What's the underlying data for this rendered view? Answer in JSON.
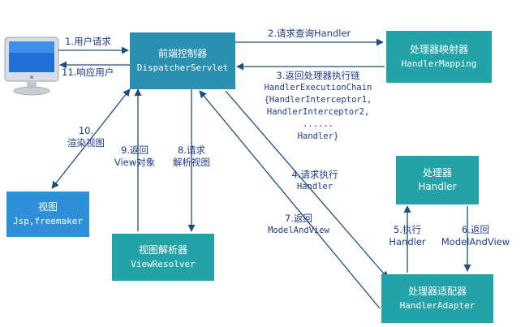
{
  "nodes": {
    "dispatcher": {
      "title": "前端控制器",
      "subtitle": "DispatcherServlet"
    },
    "handler_mapping": {
      "title": "处理器映射器",
      "subtitle": "HandlerMapping"
    },
    "handler": {
      "title": "处理器",
      "subtitle": "Handler"
    },
    "handler_adapter": {
      "title": "处理器适配器",
      "subtitle": "HandlerAdapter"
    },
    "view_resolver": {
      "title": "视图解析器",
      "subtitle": "ViewResolver"
    },
    "view": {
      "title": "视图",
      "subtitle": "Jsp,freemaker"
    }
  },
  "edges": {
    "e1": "1.用户请求",
    "e11": "11.响应用户",
    "e2": "2.请求查询Handler",
    "e3": {
      "line1": "3.返回处理器执行链",
      "line2": "HandlerExecutionChain",
      "line3": "{HandlerInterceptor1,",
      "line4": "HandlerInterceptor2,",
      "line5": "......",
      "line6": "Handler}"
    },
    "e4": {
      "line1": "4.请求执行",
      "line2": "Handler"
    },
    "e5": {
      "line1": "5.执行",
      "line2": "Handler"
    },
    "e6": {
      "line1": "6.返回",
      "line2": "ModelAndView"
    },
    "e7": {
      "line1": "7.返回",
      "line2": "ModelAndView"
    },
    "e8": {
      "line1": "8.请求",
      "line2": "解析视图"
    },
    "e9": {
      "line1": "9.返回",
      "line2": "View对象"
    },
    "e10": {
      "line1": "10.",
      "line2": "渲染视图"
    }
  },
  "colors": {
    "dispatcher": "#2b8fb0",
    "teal_box": "#23a3a8",
    "blue_box": "#2f8fd8",
    "edge": "#1e4f7a",
    "label": "#1f3a8a"
  },
  "icons": {
    "user": "computer-monitor-icon"
  }
}
